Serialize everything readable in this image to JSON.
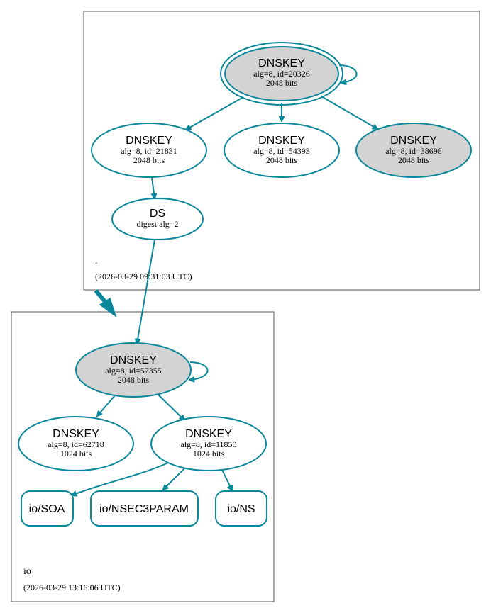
{
  "colors": {
    "edge": "#0a879a",
    "secure_entry_fill": "#d3d3d3",
    "node_fill": "#ffffff",
    "cluster_border": "#555555"
  },
  "zones": {
    "root": {
      "label": ".",
      "timestamp": "(2026-03-29 09:31:03 UTC)"
    },
    "io": {
      "label": "io",
      "timestamp": "(2026-03-29 13:16:06 UTC)"
    }
  },
  "nodes": {
    "root_ksk": {
      "title": "DNSKEY",
      "line1": "alg=8, id=20326",
      "line2": "2048 bits"
    },
    "root_zsk_21831": {
      "title": "DNSKEY",
      "line1": "alg=8, id=21831",
      "line2": "2048 bits"
    },
    "root_zsk_54393": {
      "title": "DNSKEY",
      "line1": "alg=8, id=54393",
      "line2": "2048 bits"
    },
    "root_ksk_38696": {
      "title": "DNSKEY",
      "line1": "alg=8, id=38696",
      "line2": "2048 bits"
    },
    "io_ds": {
      "title": "DS",
      "line1": "digest alg=2"
    },
    "io_ksk": {
      "title": "DNSKEY",
      "line1": "alg=8, id=57355",
      "line2": "2048 bits"
    },
    "io_zsk_62718": {
      "title": "DNSKEY",
      "line1": "alg=8, id=62718",
      "line2": "1024 bits"
    },
    "io_zsk_11850": {
      "title": "DNSKEY",
      "line1": "alg=8, id=11850",
      "line2": "1024 bits"
    },
    "io_soa": {
      "title": "io/SOA"
    },
    "io_nsec3param": {
      "title": "io/NSEC3PARAM"
    },
    "io_ns": {
      "title": "io/NS"
    }
  }
}
